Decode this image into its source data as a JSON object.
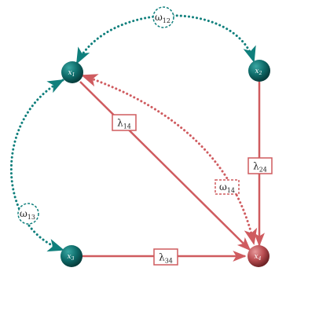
{
  "colors": {
    "teal": "#0f7f7c",
    "teal_dark": "#0a4d4c",
    "red": "#cf5b5f",
    "red_dark": "#a84145",
    "label_text": "#222222"
  },
  "nodes": {
    "x1": {
      "name": "x",
      "sub": "1"
    },
    "x2": {
      "name": "x",
      "sub": "2"
    },
    "x3": {
      "name": "x",
      "sub": "3"
    },
    "x4": {
      "name": "x",
      "sub": "4"
    }
  },
  "directed_edges": {
    "l14": {
      "symbol": "λ",
      "sub": "14"
    },
    "l24": {
      "symbol": "λ",
      "sub": "24"
    },
    "l34": {
      "symbol": "λ",
      "sub": "34"
    }
  },
  "bidirected_edges": {
    "w12": {
      "symbol": "ω",
      "sub": "12"
    },
    "w13": {
      "symbol": "ω",
      "sub": "13"
    },
    "w14": {
      "symbol": "ω",
      "sub": "14"
    }
  }
}
